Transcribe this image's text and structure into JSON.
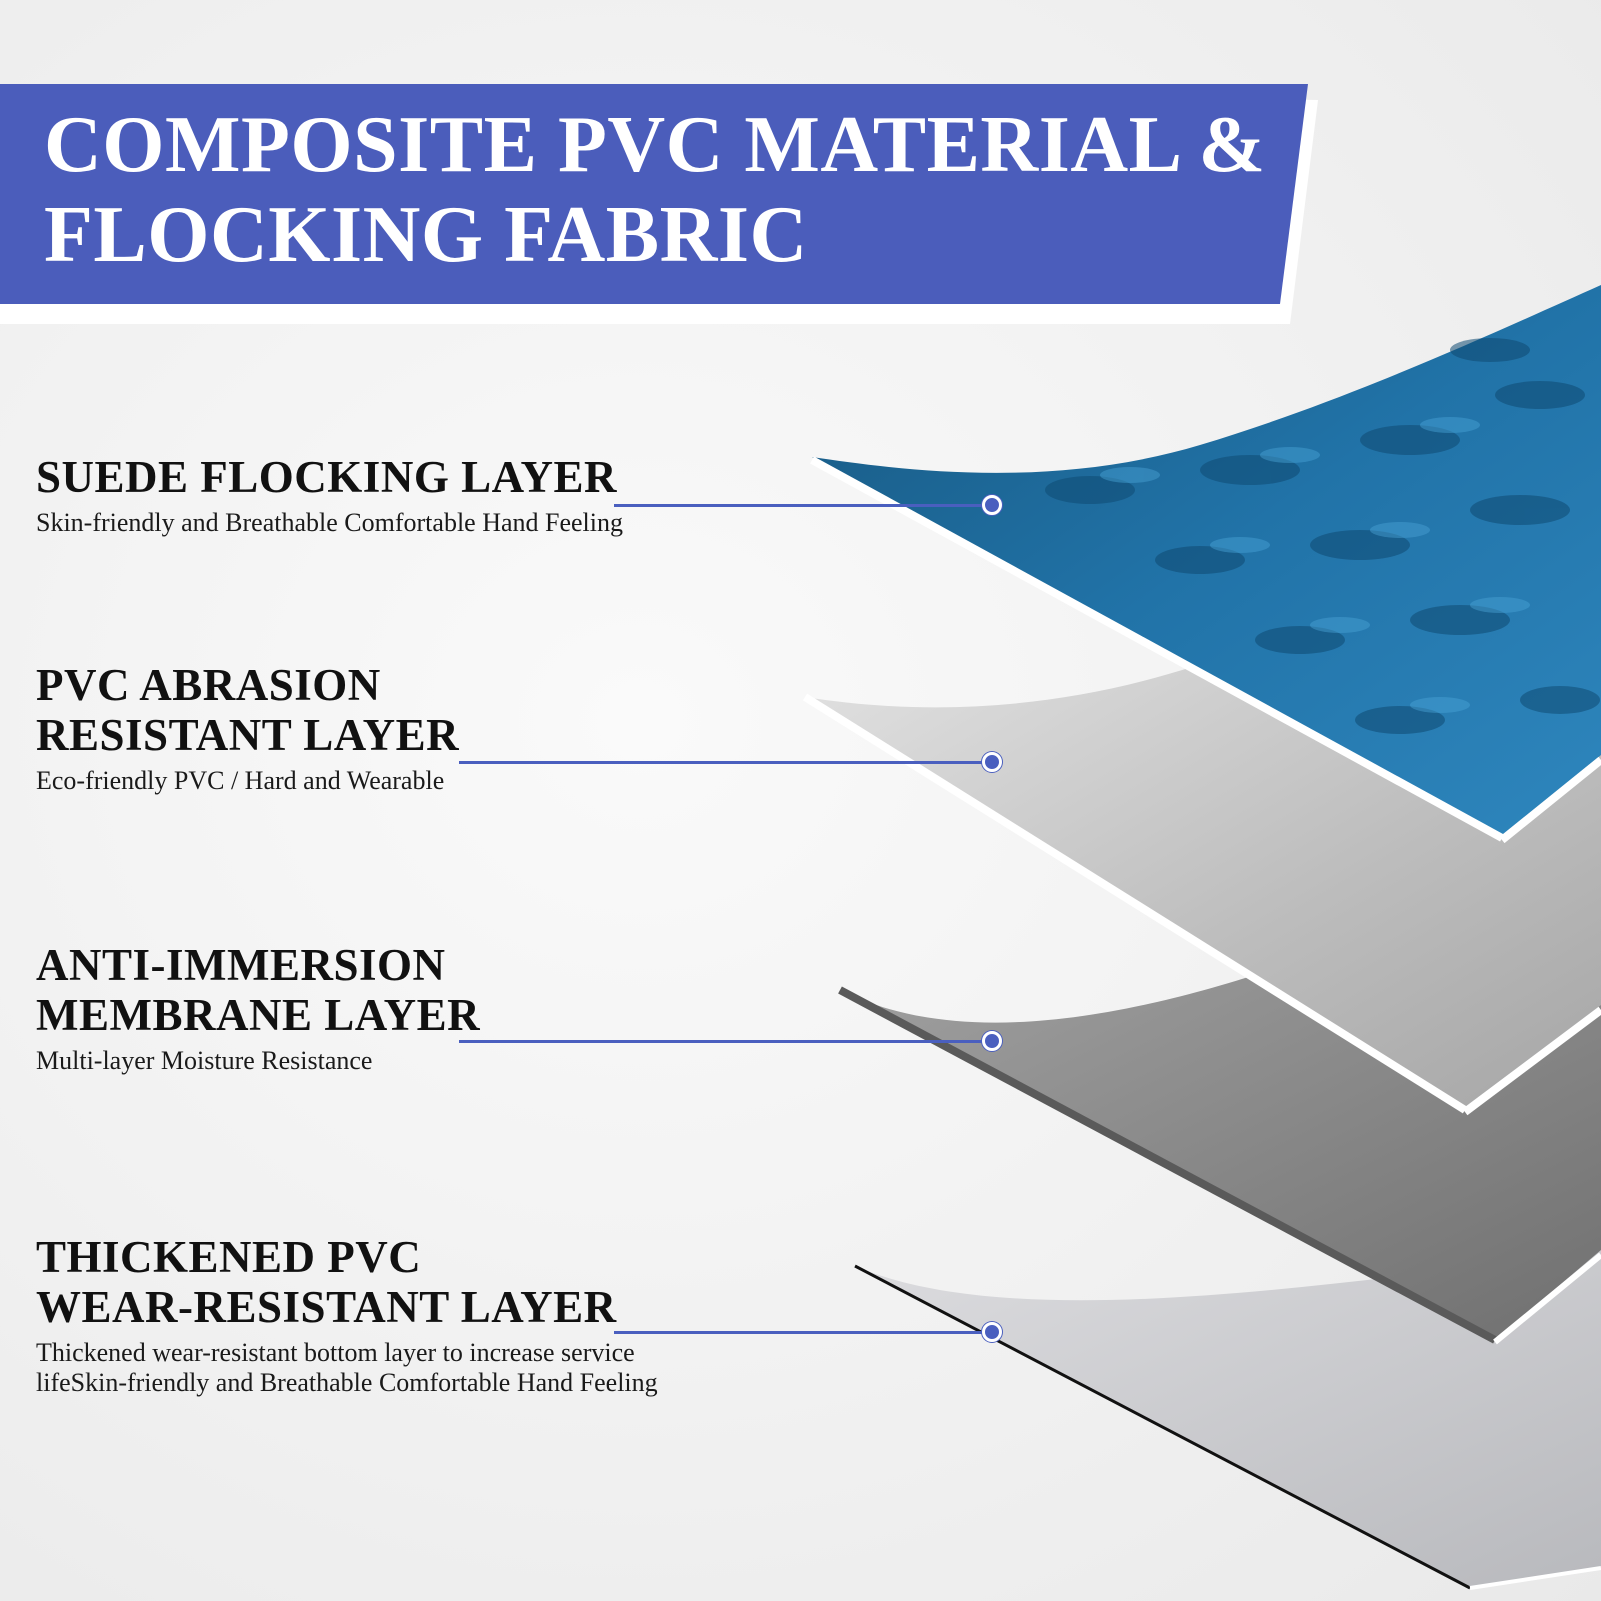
{
  "banner": {
    "title_line1": "COMPOSITE PVC MATERIAL &",
    "title_line2": "FLOCKING FABRIC",
    "color": "#4b5dbb"
  },
  "layers": [
    {
      "title_line1": "SUEDE FLOCKING LAYER",
      "title_line2": "",
      "desc_line1": "Skin-friendly and Breathable Comfortable Hand Feeling",
      "desc_line2": "",
      "color": "#1f6fa8"
    },
    {
      "title_line1": "PVC ABRASION",
      "title_line2": "RESISTANT LAYER",
      "desc_line1": "Eco-friendly PVC / Hard and Wearable",
      "desc_line2": "",
      "color": "#c4c4c4"
    },
    {
      "title_line1": "ANTI-IMMERSION",
      "title_line2": "MEMBRANE LAYER",
      "desc_line1": "Multi-layer Moisture Resistance",
      "desc_line2": "",
      "color": "#8c8c8c"
    },
    {
      "title_line1": "THICKENED PVC",
      "title_line2": "WEAR-RESISTANT LAYER",
      "desc_line1": "Thickened wear-resistant bottom layer to increase service",
      "desc_line2": "lifeSkin-friendly and Breathable Comfortable Hand Feeling",
      "color": "#c8c9cc"
    }
  ],
  "accent_color": "#4a5fbf"
}
